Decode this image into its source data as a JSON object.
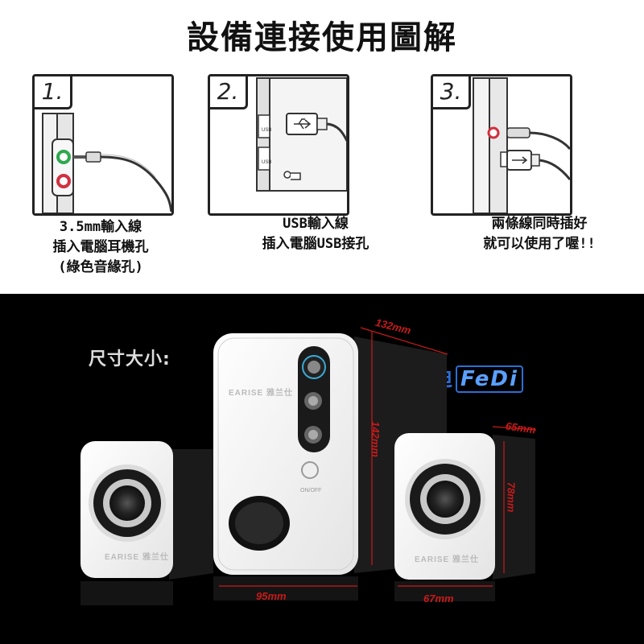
{
  "title": "設備連接使用圖解",
  "steps": [
    {
      "number": "1.",
      "lines": [
        "3.5mm輸入線",
        "插入電腦耳機孔",
        "(綠色音緣孔)"
      ]
    },
    {
      "number": "2.",
      "lines": [
        "USB輸入線",
        "插入電腦USB接孔"
      ]
    },
    {
      "number": "3.",
      "lines": [
        "兩條線同時插好",
        "就可以使用了喔!!"
      ]
    }
  ],
  "size_section": {
    "label": "尺寸大小:",
    "dimensions": {
      "sub_depth": "132mm",
      "sub_height": "142mm",
      "sub_width": "95mm",
      "sat_depth": "65mm",
      "sat_height": "78mm",
      "sat_width": "67mm"
    },
    "power_label": "ON/OFF"
  },
  "watermark": {
    "cjk": "費迪",
    "latin": "FeDi"
  },
  "product_brand": "EARISE 雅兰仕",
  "colors": {
    "dimension_red": "#c81a1a",
    "watermark_blue": "#2b6fd6",
    "jack_green": "#2fa84f",
    "jack_red": "#d03040"
  }
}
